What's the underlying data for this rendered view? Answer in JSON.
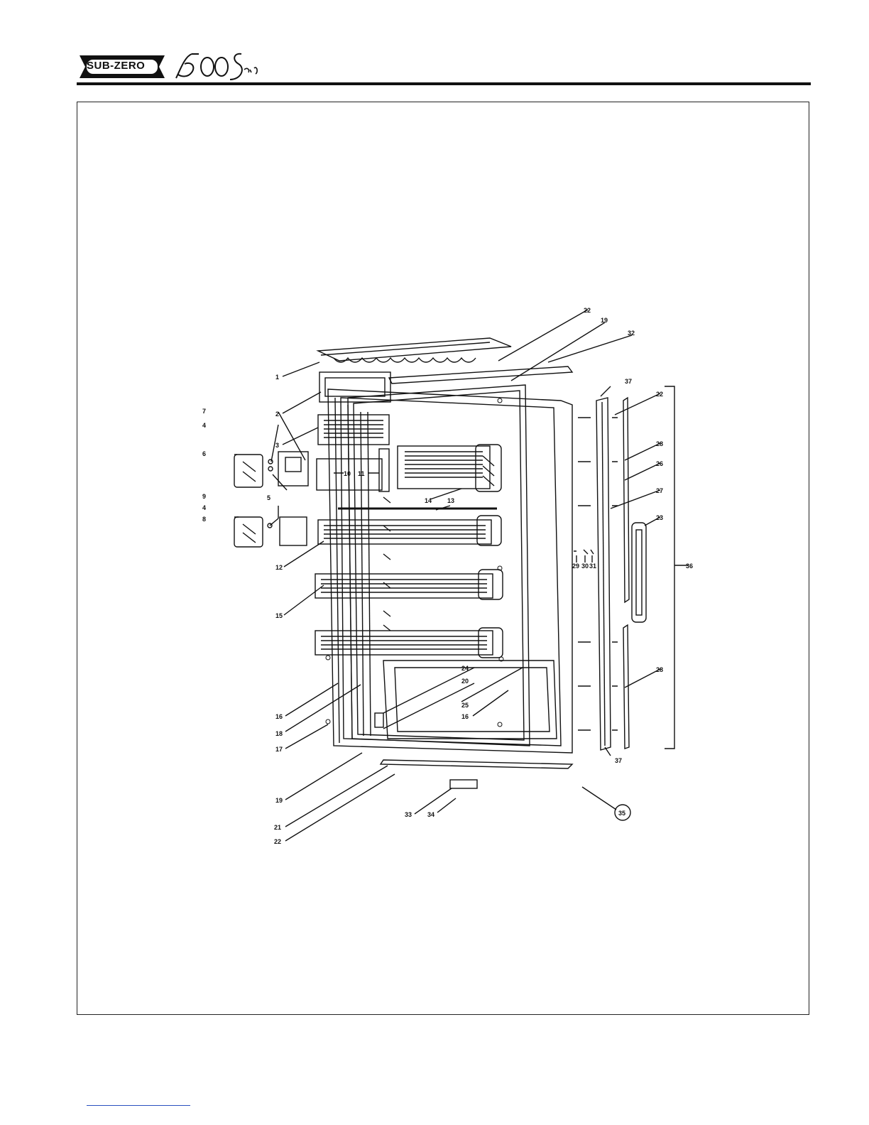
{
  "header": {
    "brand": "SUB-ZERO",
    "series": "500 Series"
  },
  "diagram": {
    "callouts": [
      "1",
      "2",
      "3",
      "4",
      "4",
      "5",
      "6",
      "7",
      "8",
      "9",
      "10",
      "11",
      "12",
      "13",
      "14",
      "15",
      "16",
      "16",
      "17",
      "18",
      "19",
      "19",
      "20",
      "21",
      "22",
      "22",
      "22",
      "23",
      "24",
      "25",
      "26",
      "27",
      "28",
      "28",
      "29",
      "30",
      "31",
      "32",
      "33",
      "34",
      "35",
      "36",
      "37",
      "37"
    ]
  }
}
